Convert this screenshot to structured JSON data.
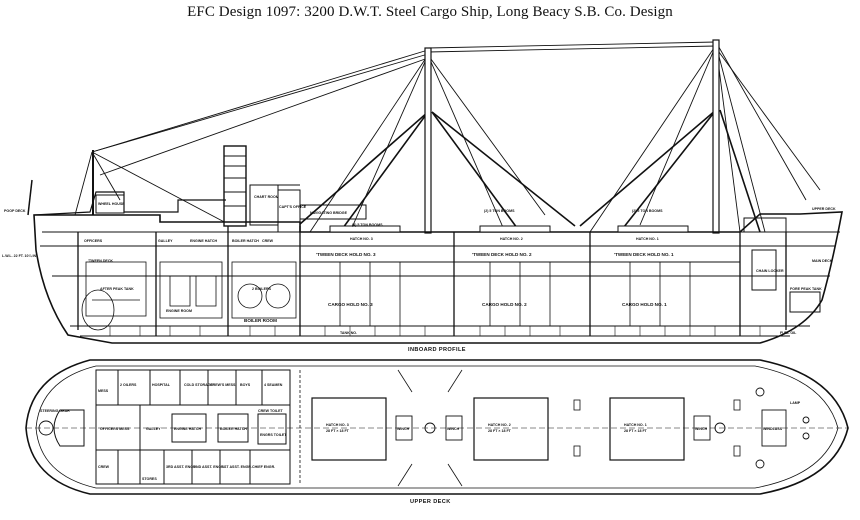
{
  "title": "EFC Design 1097:  3200 D.W.T. Steel Cargo Ship, Long Beacy S.B. Co. Design",
  "profile": {
    "caption": "INBOARD PROFILE",
    "labels": {
      "poop_deck": "POOP DECK",
      "lwl": "L.W.L. 22 FT. 10¼ IN.",
      "chart_room": "CHART ROOM",
      "wheel_house": "WHEEL HOUSE",
      "navigating_bridge": "NAVIGATING BRIDGE",
      "captains_office": "CAPT'S OFFICE",
      "galley": "GALLEY",
      "officers": "OFFICERS",
      "engine_hatch": "ENGINE HATCH",
      "boiler_hatch": "BOILER HATCH",
      "crew": "CREW",
      "tween_deck_aft": "'TWEEN DECK",
      "after_peak_tank": "AFTER PEAK TANK",
      "engine_room": "ENGINE ROOM",
      "boiler_room": "BOILER ROOM",
      "two_boilers": "2 BOILERS",
      "hatch_3": "HATCH NO. 3",
      "hatch_2": "HATCH NO. 2",
      "hatch_1": "HATCH NO. 1",
      "tween_3": "'TWEEN DECK HOLD NO. 3",
      "tween_2": "'TWEEN DECK HOLD NO. 2",
      "tween_1": "'TWEEN DECK HOLD NO. 1",
      "cargo_3": "CARGO HOLD NO. 3",
      "cargo_2": "CARGO HOLD NO. 2",
      "cargo_1": "CARGO HOLD NO. 1",
      "booms_aft": "(4) 5 TON BOOMS",
      "booms_mid": "(2) 5 TON BOOMS",
      "booms_fwd": "(2) 5 TON BOOMS",
      "chain_locker": "CHAIN LOCKER",
      "fore_peak": "FORE PEAK TANK",
      "upper_deck": "UPPER DECK",
      "main_deck": "MAIN DECK",
      "tank": "TANK NO.",
      "fuel_oil": "FUEL OIL"
    }
  },
  "plan": {
    "caption": "UPPER DECK",
    "labels": {
      "steering": "STEERING GEAR",
      "mess": "MESS",
      "officers_mess": "OFFICERS MESS",
      "galley": "GALLEY",
      "engine_hatch": "ENGINE HATCH",
      "boiler_hatch": "BOILER HATCH",
      "hospital": "HOSPITAL",
      "cold_storage": "COLD STORAGE",
      "crews_mess": "CREW'S MESS",
      "boys": "BOYS",
      "two_oilers": "2 OILERS",
      "four_seamen": "4 SEAMEN",
      "crew": "CREW",
      "stores": "STORES",
      "chief_engr": "CHIEF ENGR.",
      "first_asst": "1ST ASST. ENGR.",
      "second_asst": "2ND ASST. ENGR.",
      "third_asst": "3RD ASST. ENGR.",
      "engr_toilet": "ENGRS TOILET",
      "crew_toilet": "CREW TOILET",
      "hatch_3": "HATCH NO. 3",
      "hatch_2": "HATCH NO. 2",
      "hatch_1": "HATCH NO. 1",
      "hatch_dims": "28 FT × 18 FT",
      "winch": "WINCH",
      "windlass": "WINDLASS",
      "lamp": "LAMP"
    }
  }
}
